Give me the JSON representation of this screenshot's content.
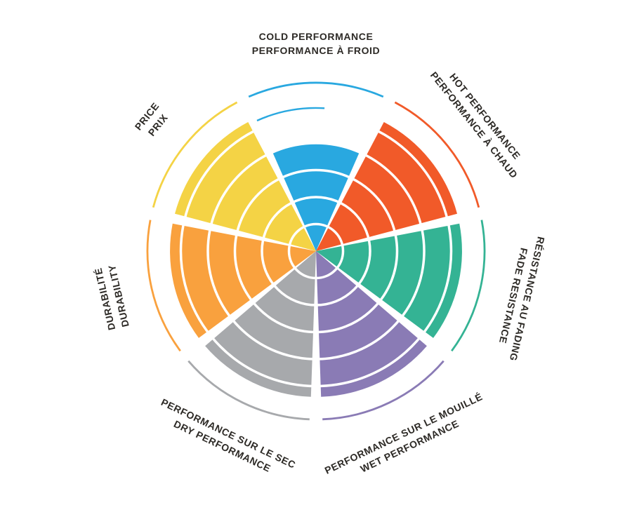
{
  "chart_data": {
    "type": "polar-sector-rating",
    "title": "",
    "max_value": 6,
    "ring_values": [
      1,
      2,
      3,
      4,
      5
    ],
    "legend_position": "around",
    "grid": "concentric-white-rings",
    "sectors": [
      {
        "id": "cold-performance",
        "angle_deg": 0,
        "value": 4.0,
        "color": "#29A8E0",
        "label_line1": "COLD PERFORMANCE",
        "label_line2": "PERFORMANCE À FROID",
        "marker_arc": {
          "value": 5.3,
          "start_deg": -24.3,
          "end_deg": 3.4
        }
      },
      {
        "id": "hot-performance",
        "angle_deg": 51.43,
        "value": 5.4,
        "color": "#F15A29",
        "label_line1": "HOT PERFORMANCE",
        "label_line2": "PERFORMANCE À CHAUD"
      },
      {
        "id": "fade-resistance",
        "angle_deg": 102.86,
        "value": 5.4,
        "color": "#34B394",
        "label_line1": "RÉSISTANCE AU FADING",
        "label_line2": "FADE RESISTANCE"
      },
      {
        "id": "wet-performance",
        "angle_deg": 154.29,
        "value": 5.4,
        "color": "#8A7BB5",
        "label_line1": "PERFORMANCE SUR LE MOUILLÉ",
        "label_line2": "WET PERFORMANCE"
      },
      {
        "id": "dry-performance",
        "angle_deg": 205.71,
        "value": 5.4,
        "color": "#A7A9AC",
        "label_line1": "PERFORMANCE SUR LE SEC",
        "label_line2": "DRY PERFORMANCE"
      },
      {
        "id": "durability",
        "angle_deg": 257.14,
        "value": 5.4,
        "color": "#F9A13E",
        "label_line1": "DURABILITÉ",
        "label_line2": "DURABILITY"
      },
      {
        "id": "price",
        "angle_deg": 308.57,
        "value": 5.4,
        "color": "#F4D345",
        "label_line1": "PRICE",
        "label_line2": "PRIX"
      }
    ]
  }
}
